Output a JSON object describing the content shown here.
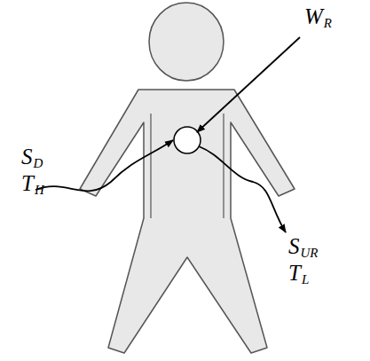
{
  "diagram": {
    "labels": [
      "WR",
      "SD",
      "TH",
      "SUR",
      "TL"
    ]
  }
}
